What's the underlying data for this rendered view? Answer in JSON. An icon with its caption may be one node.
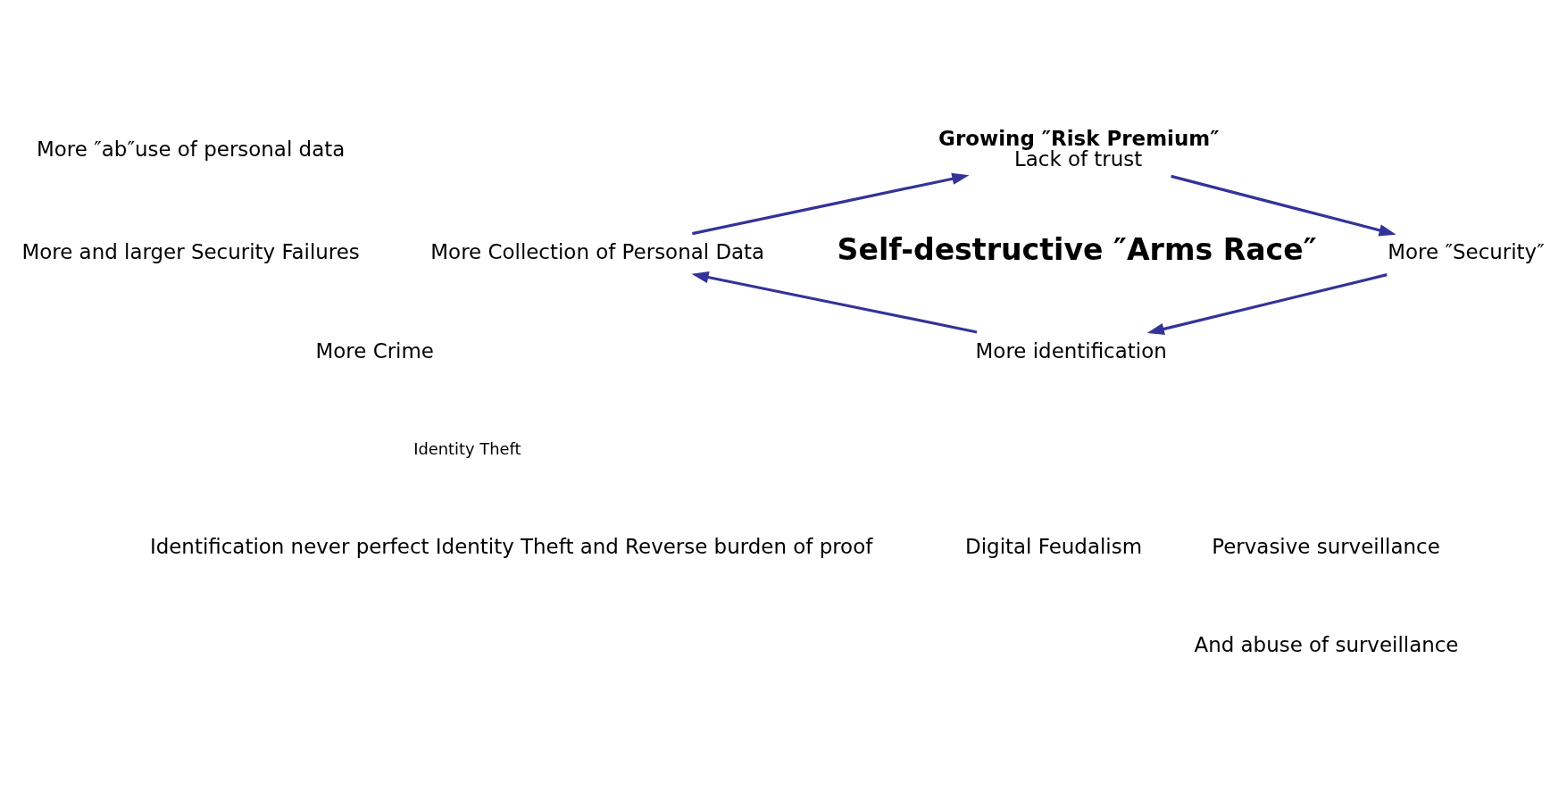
{
  "diagram": {
    "nodes": [
      {
        "text": [
          "Growing ″Risk Premium″",
          "Lack of trust"
        ]
      },
      {
        "text": [
          "More ″Security″"
        ]
      },
      {
        "text": [
          "More identification"
        ]
      },
      {
        "text": [
          "More Collection of Personal Data"
        ]
      }
    ],
    "edges": [
      {
        "from": 3,
        "to": 0,
        "arrow": "to"
      },
      {
        "from": 0,
        "to": 1,
        "arrow": "to"
      },
      {
        "from": 1,
        "to": 2,
        "arrow": "to"
      },
      {
        "from": 2,
        "to": 3,
        "arrow": "to"
      }
    ],
    "labels": [
      "More ″ab″use of personal data",
      "Self-destructive ″Arms Race″",
      "More and larger Security Failures",
      "More Crime",
      "Identity Theft",
      "Identification never perfect Identity Theft and Reverse burden of proof",
      "Digital Feudalism",
      "Pervasive surveillance",
      "And abuse of surveillance"
    ]
  }
}
